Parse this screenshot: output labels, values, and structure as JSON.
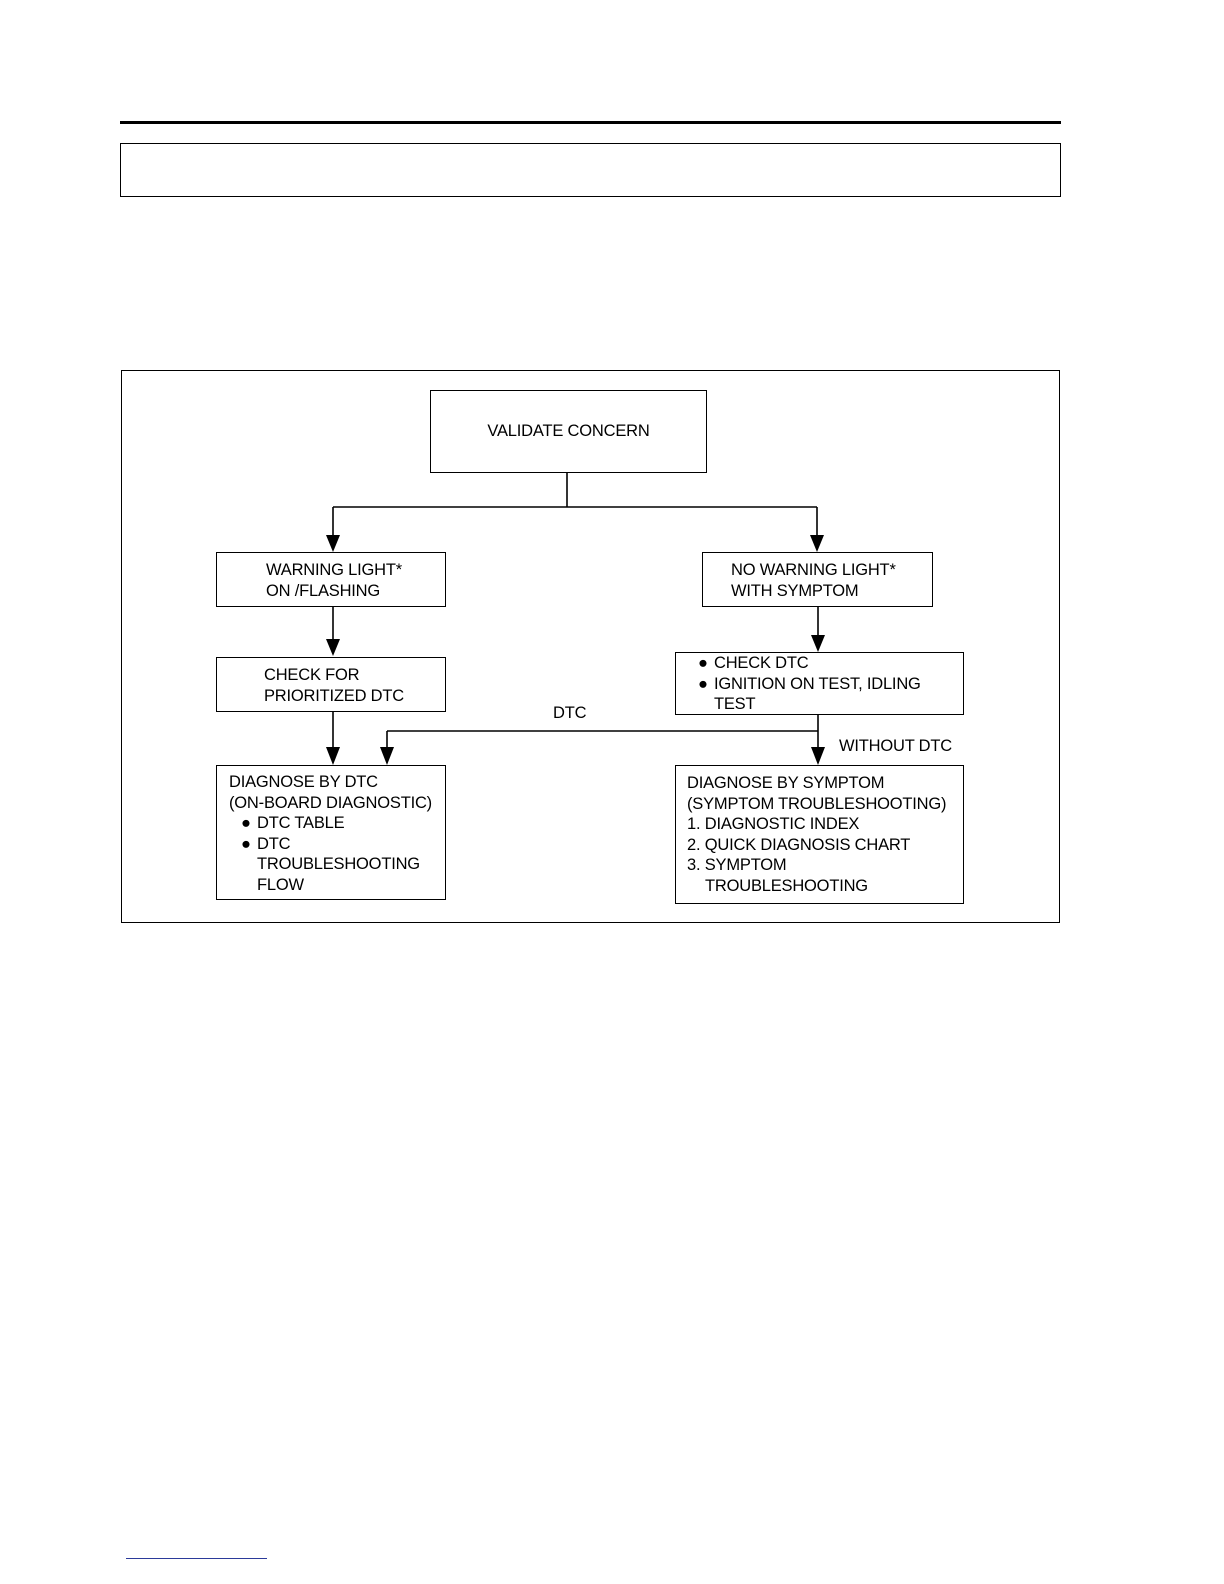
{
  "flowchart": {
    "validate": "VALIDATE CONCERN",
    "warning_light": [
      "WARNING LIGHT*",
      "ON /FLASHING"
    ],
    "no_warning_light": [
      "NO WARNING LIGHT*",
      "WITH SYMPTOM"
    ],
    "check_prioritized": [
      "CHECK FOR",
      "PRIORITIZED DTC"
    ],
    "check_dtc_items": [
      "CHECK DTC",
      "IGNITION ON TEST, IDLING",
      "TEST"
    ],
    "dtc_label": "DTC",
    "without_dtc_label": "WITHOUT DTC",
    "diagnose_dtc": {
      "line1": "DIAGNOSE BY DTC",
      "line2": "(ON-BOARD DIAGNOSTIC)",
      "bullet1": "DTC TABLE",
      "bullet2": "DTC",
      "bullet2_cont1": "TROUBLESHOOTING",
      "bullet2_cont2": "FLOW"
    },
    "diagnose_symptom": {
      "line1": "DIAGNOSE BY SYMPTOM",
      "line2": "(SYMPTOM TROUBLESHOOTING)",
      "item1": "1. DIAGNOSTIC INDEX",
      "item2": "2. QUICK DIAGNOSIS CHART",
      "item3": "3. SYMPTOM",
      "item3_cont": "TROUBLESHOOTING"
    }
  }
}
